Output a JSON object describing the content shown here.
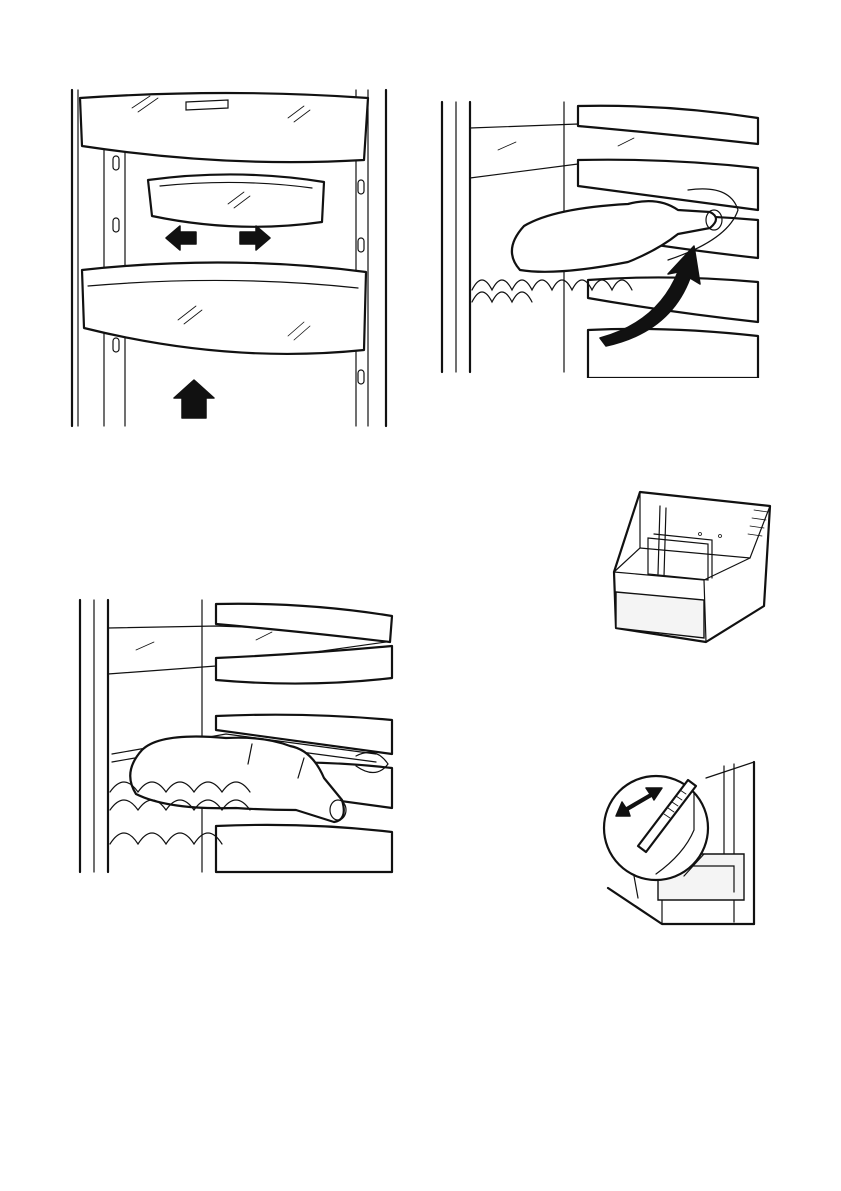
{
  "figures": [
    {
      "id": "door-shelves",
      "icon": "door-bin-adjust-illustration"
    },
    {
      "id": "bottle-rack-insert",
      "icon": "bottle-rack-rotate-illustration"
    },
    {
      "id": "bottle-rack-placed",
      "icon": "bottle-rack-bottle-illustration"
    },
    {
      "id": "crisper-drawer",
      "icon": "drawer-illustration"
    },
    {
      "id": "humidity-slider",
      "icon": "humidity-control-illustration"
    }
  ],
  "colors": {
    "line": "#111111",
    "background": "#ffffff"
  }
}
